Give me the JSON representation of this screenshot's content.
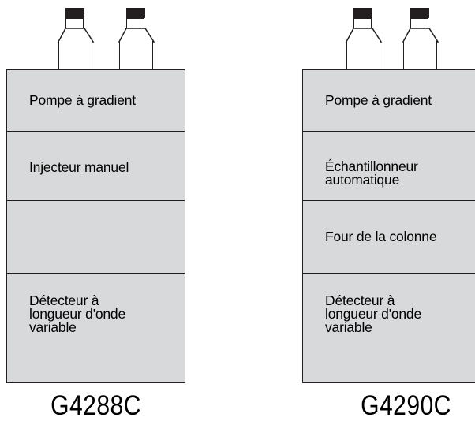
{
  "systems": [
    {
      "model": "G4288C",
      "bottles": 2,
      "modules": [
        {
          "label": "Pompe à gradient"
        },
        {
          "label": "Injecteur manuel"
        },
        {
          "label": ""
        },
        {
          "label": "Détecteur à\nlongueur d'onde\nvariable"
        }
      ]
    },
    {
      "model": "G4290C",
      "bottles": 2,
      "modules": [
        {
          "label": "Pompe à gradient"
        },
        {
          "label": "Échantillonneur\nautomatique"
        },
        {
          "label": "Four de la colonne"
        },
        {
          "label": "Détecteur à\nlongueur d'onde\nvariable"
        }
      ]
    }
  ],
  "colors": {
    "module_fill": "#d8d9da",
    "outline": "#231f20",
    "cap": "#231f20"
  }
}
